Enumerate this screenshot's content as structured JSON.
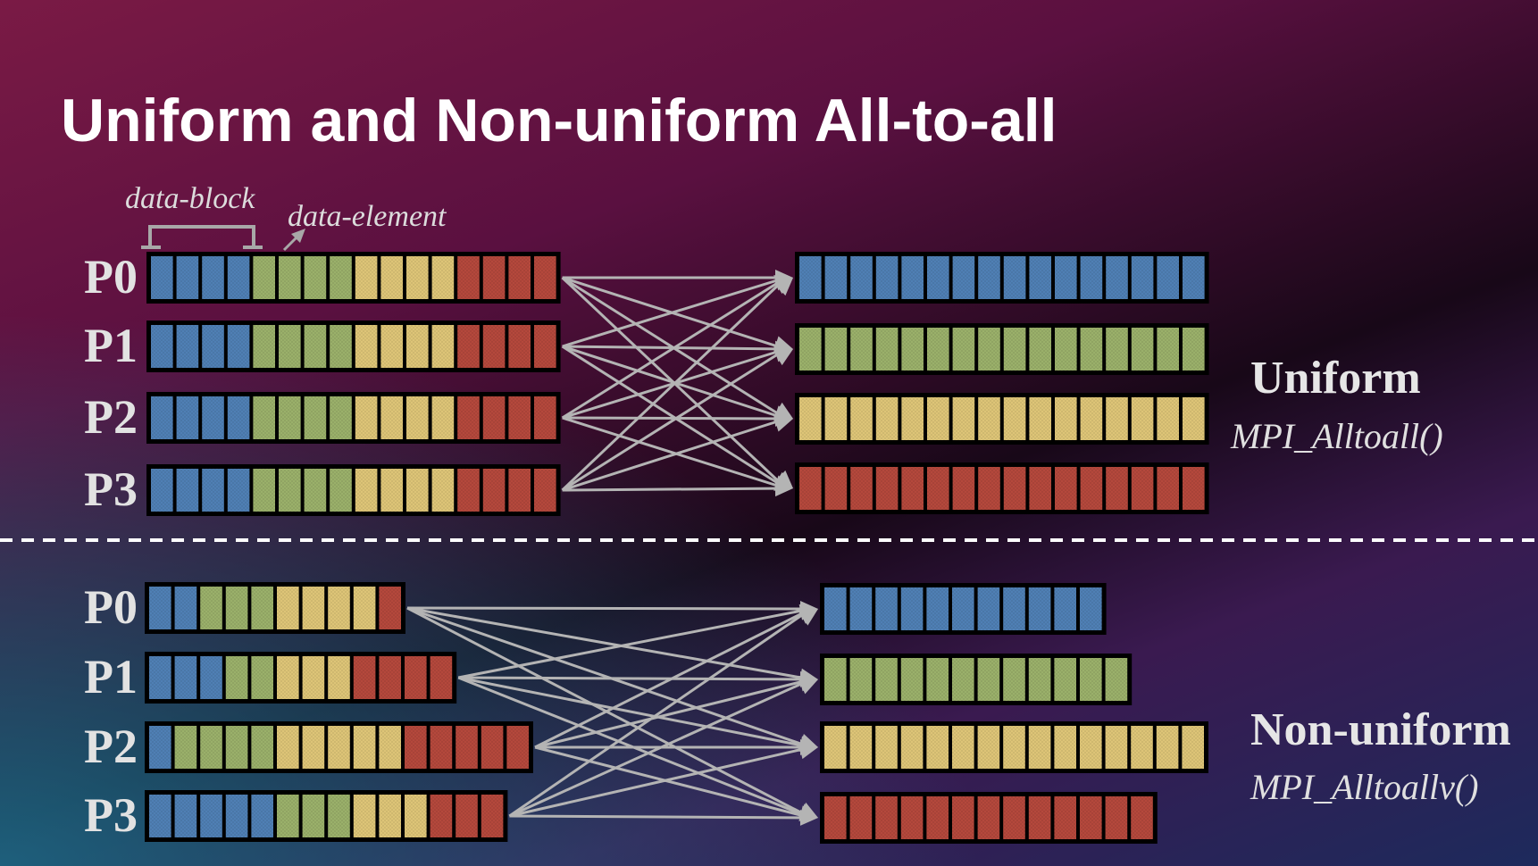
{
  "title": "Uniform and Non-uniform All-to-all",
  "annotations": {
    "data_block": "data-block",
    "data_element": "data-element"
  },
  "colors": {
    "blue": "#4f7fb4",
    "green": "#9ab06a",
    "yellow": "#ddc477",
    "red": "#b4483c",
    "arrow": "#b4b4b4",
    "divider": "#ffffff"
  },
  "uniform": {
    "heading": "Uniform",
    "api": "MPI_Alltoall()",
    "processes": [
      "P0",
      "P1",
      "P2",
      "P3"
    ],
    "send": [
      [
        "blue",
        "blue",
        "blue",
        "blue",
        "green",
        "green",
        "green",
        "green",
        "yellow",
        "yellow",
        "yellow",
        "yellow",
        "red",
        "red",
        "red",
        "red"
      ],
      [
        "blue",
        "blue",
        "blue",
        "blue",
        "green",
        "green",
        "green",
        "green",
        "yellow",
        "yellow",
        "yellow",
        "yellow",
        "red",
        "red",
        "red",
        "red"
      ],
      [
        "blue",
        "blue",
        "blue",
        "blue",
        "green",
        "green",
        "green",
        "green",
        "yellow",
        "yellow",
        "yellow",
        "yellow",
        "red",
        "red",
        "red",
        "red"
      ],
      [
        "blue",
        "blue",
        "blue",
        "blue",
        "green",
        "green",
        "green",
        "green",
        "yellow",
        "yellow",
        "yellow",
        "yellow",
        "red",
        "red",
        "red",
        "red"
      ]
    ],
    "recv": [
      {
        "color": "blue",
        "count": 16
      },
      {
        "color": "green",
        "count": 16
      },
      {
        "color": "yellow",
        "count": 16
      },
      {
        "color": "red",
        "count": 16
      }
    ]
  },
  "nonuniform": {
    "heading": "Non-uniform",
    "api": "MPI_Alltoallv()",
    "processes": [
      "P0",
      "P1",
      "P2",
      "P3"
    ],
    "send": [
      [
        "blue",
        "blue",
        "green",
        "green",
        "green",
        "yellow",
        "yellow",
        "yellow",
        "yellow",
        "red"
      ],
      [
        "blue",
        "blue",
        "blue",
        "green",
        "green",
        "yellow",
        "yellow",
        "yellow",
        "red",
        "red",
        "red",
        "red"
      ],
      [
        "blue",
        "green",
        "green",
        "green",
        "green",
        "yellow",
        "yellow",
        "yellow",
        "yellow",
        "yellow",
        "red",
        "red",
        "red",
        "red",
        "red"
      ],
      [
        "blue",
        "blue",
        "blue",
        "blue",
        "blue",
        "green",
        "green",
        "green",
        "yellow",
        "yellow",
        "yellow",
        "red",
        "red",
        "red"
      ]
    ],
    "recv": [
      {
        "color": "blue",
        "count": 11
      },
      {
        "color": "green",
        "count": 12
      },
      {
        "color": "yellow",
        "count": 15
      },
      {
        "color": "red",
        "count": 13
      }
    ]
  }
}
